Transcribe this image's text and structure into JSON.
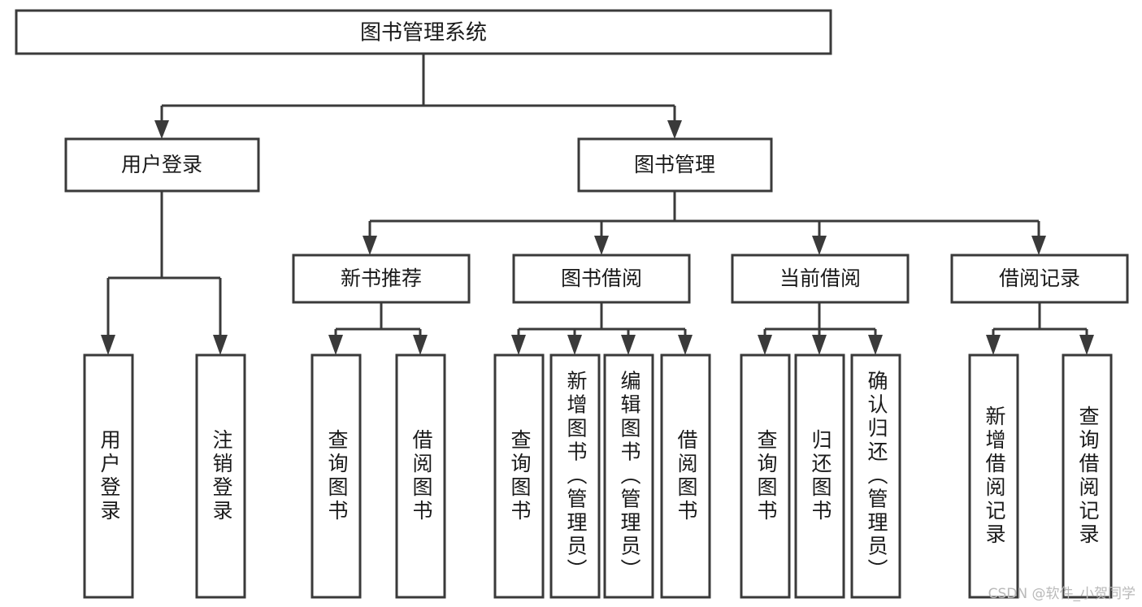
{
  "diagram": {
    "type": "tree-hierarchy",
    "title": "图书管理系统",
    "watermark": "CSDN @软件_小贺同学",
    "colors": {
      "stroke": "#3a3a3a",
      "fill": "#ffffff",
      "text": "#1a1a1a",
      "watermark": "#b9b9b9",
      "background": "#ffffff"
    },
    "root": {
      "label": "图书管理系统"
    },
    "level2": [
      {
        "label": "用户登录"
      },
      {
        "label": "图书管理"
      }
    ],
    "level3": [
      {
        "label": "新书推荐"
      },
      {
        "label": "图书借阅"
      },
      {
        "label": "当前借阅"
      },
      {
        "label": "借阅记录"
      }
    ],
    "leaves": {
      "user_login": [
        {
          "label": "用户登录"
        },
        {
          "label": "注销登录"
        }
      ],
      "new_book": [
        {
          "label": "查询图书"
        },
        {
          "label": "借阅图书"
        }
      ],
      "book_borrow": [
        {
          "label": "查询图书"
        },
        {
          "label": "新增图书（管理员）"
        },
        {
          "label": "编辑图书（管理员）"
        },
        {
          "label": "借阅图书"
        }
      ],
      "current_borrow": [
        {
          "label": "查询图书"
        },
        {
          "label": "归还图书"
        },
        {
          "label": "确认归还（管理员）"
        }
      ],
      "borrow_record": [
        {
          "label": "新增借阅记录"
        },
        {
          "label": "查询借阅记录"
        }
      ]
    }
  }
}
